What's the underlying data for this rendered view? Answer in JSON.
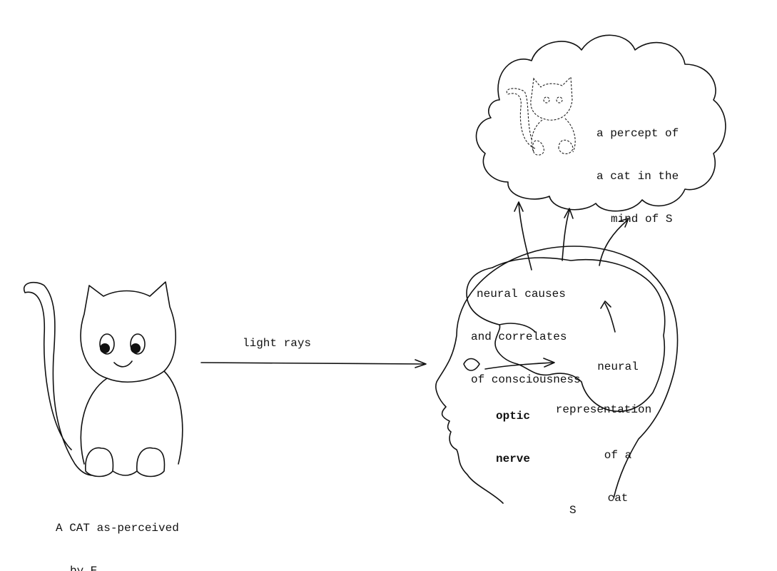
{
  "cloud_text": [
    "a percept of",
    "a cat in the",
    "mind of S"
  ],
  "ncc_text": [
    "neural causes",
    "and correlates",
    "of consciousness"
  ],
  "representation_text": [
    "neural",
    "representation",
    "of a",
    "cat"
  ],
  "light_rays": "light rays",
  "optic_nerve": [
    "optic",
    "nerve"
  ],
  "cat_caption": [
    "A CAT as-perceived",
    "by E"
  ],
  "subject_label": "S"
}
